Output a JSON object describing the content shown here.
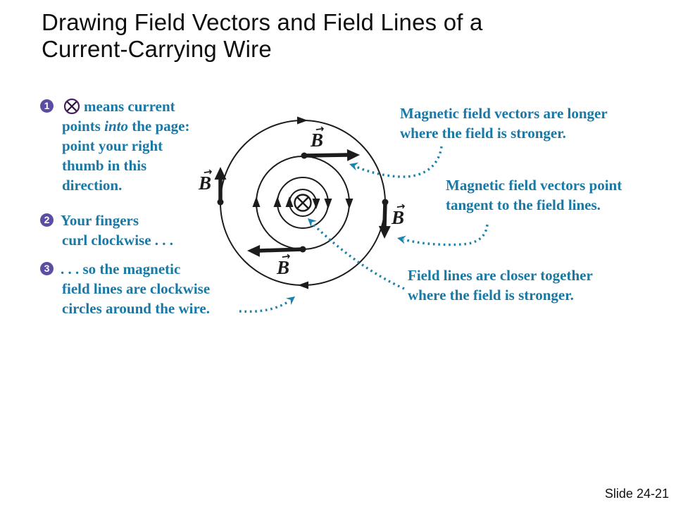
{
  "title": {
    "line1": "Drawing Field Vectors and Field Lines of a",
    "line2": "Current-Carrying Wire"
  },
  "steps": [
    {
      "number": "1",
      "line1": "means current",
      "line2_pre": "points ",
      "line2_italic": "into",
      "line2_post": " the page:",
      "line3": "point your right",
      "line4": "thumb in this",
      "line5": "direction."
    },
    {
      "number": "2",
      "line1": "Your fingers",
      "line2": "curl clockwise . . ."
    },
    {
      "number": "3",
      "line1": ". . . so the magnetic",
      "line2": "field lines are clockwise",
      "line3": "circles around the wire."
    }
  ],
  "annotations": {
    "longer": {
      "line1": "Magnetic field vectors are longer",
      "line2": "where the field is stronger."
    },
    "tangent": {
      "line1": "Magnetic field vectors point",
      "line2": "tangent to the field lines."
    },
    "closer": {
      "line1": "Field lines are closer together",
      "line2": "where the field is stronger."
    }
  },
  "diagram": {
    "b_label": "B",
    "vector_arrow": "→",
    "current_symbol_name": "current-into-page"
  },
  "footer": {
    "slide_number": "Slide 24-21"
  },
  "colors": {
    "text_teal": "#1878a6",
    "leader_teal": "#1a82ad",
    "badge_purple": "#5b4ea2",
    "symbol_plum": "#4a2160",
    "ink": "#1c1c1c"
  }
}
